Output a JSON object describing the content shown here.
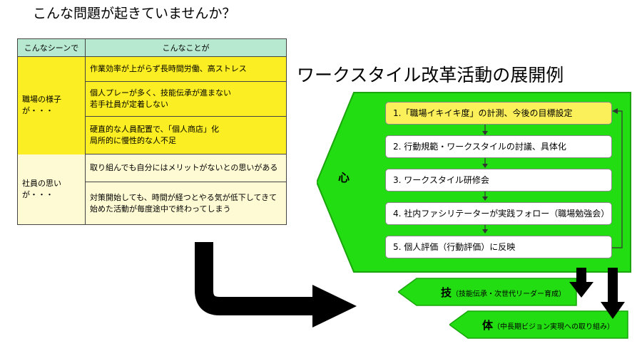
{
  "left_title": "こんな問題が起きていませんか？",
  "right_title": "ワークスタイル改革活動の展開例",
  "table": {
    "header_scene": "こんなシーンで",
    "header_what": "こんなことが",
    "groups": [
      {
        "scene": "職場の様子が・・・",
        "items": [
          [
            "作業効率が上がらず長時間労働、高ストレス"
          ],
          [
            "個人プレーが多く、技能伝承が進まない",
            "若手社員が定着しない"
          ],
          [
            "硬直的な人員配置で、「個人商店」化",
            "局所的に慢性的な人不足"
          ]
        ]
      },
      {
        "scene": "社員の思いが・・・",
        "items": [
          [
            "取り組んでも自分にはメリットがないとの思いがある"
          ],
          [
            "対策開始しても、時間が経つとやる気が低下してきて",
            "始めた活動が毎度途中で終わってしまう"
          ]
        ]
      }
    ]
  },
  "diagram": {
    "heart_label": "心",
    "steps": [
      "1.「職場イキイキ度」の計測、今後の目標設定",
      "2. 行動規範・ワークスタイルの討議、具体化",
      "3. ワークスタイル研修会",
      "4. 社内ファシリテーターが実践フォロー（職場勉強会）",
      "5. 個人評価（行動評価）に反映"
    ],
    "skill": {
      "label": "技",
      "note": "（技能伝承・次世代リーダー育成）"
    },
    "body": {
      "label": "体",
      "note": "（中長期ビジョン実現への取り組み）"
    }
  },
  "colors": {
    "green": "#22dd11",
    "yellow": "#fbee22",
    "cream": "#fefad3",
    "header_mint": "#b7e8d0",
    "step_highlight": "#fbf05a"
  }
}
